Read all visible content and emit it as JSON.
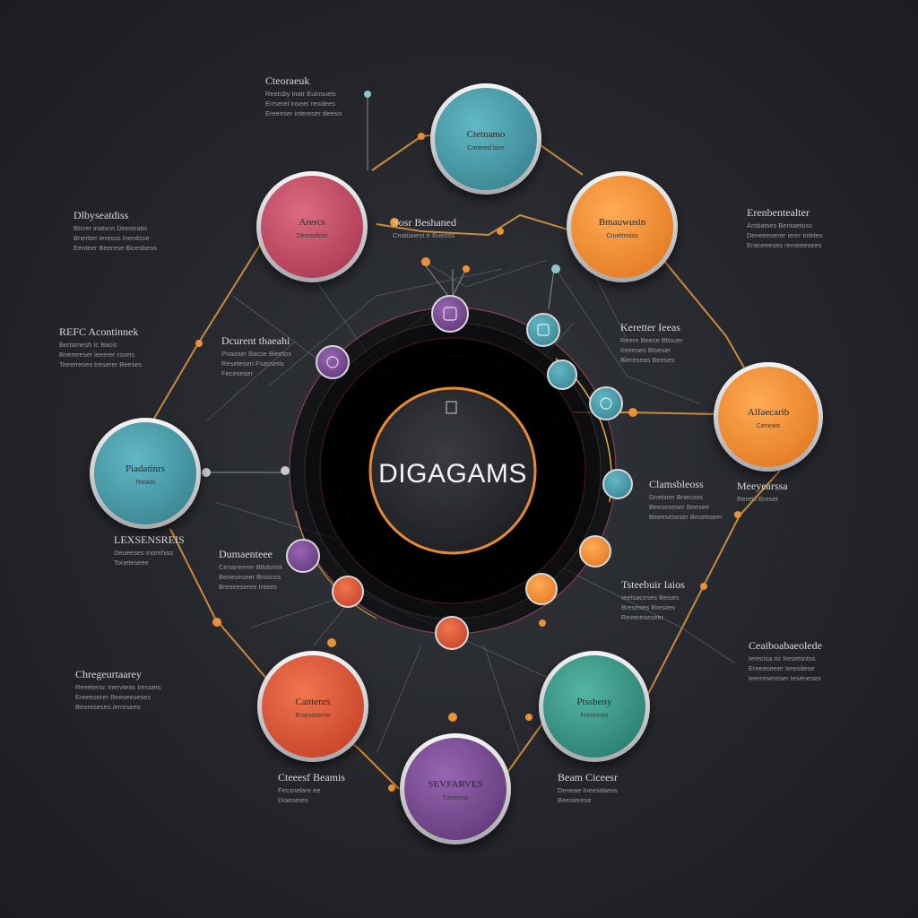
{
  "center": {
    "title": "DIGAGAMS"
  },
  "colors": {
    "background": "#24262b",
    "teal": "#4a9fae",
    "pink": "#c9506a",
    "orange": "#f0923a",
    "coral": "#e0583e",
    "purple": "#7c4d96",
    "green_teal": "#3d9c8c",
    "ring_accent": "#e58a35"
  },
  "nodes": [
    {
      "id": "top",
      "title": "Ctetnamo",
      "sub": "Creteted laxe",
      "color": "#4a9fae"
    },
    {
      "id": "top-left",
      "title": "Arercs",
      "sub": "Demssilom",
      "color": "#c9506a"
    },
    {
      "id": "top-right",
      "title": "Bmauwusin",
      "sub": "Cruetmoiss",
      "color": "#f0923a"
    },
    {
      "id": "left",
      "title": "Piadatinrs",
      "sub": "Tetrads",
      "color": "#4a9fae"
    },
    {
      "id": "right",
      "title": "Alfaecarib",
      "sub": "Ceneats",
      "color": "#f0923a"
    },
    {
      "id": "bottom-left",
      "title": "Cantenrs",
      "sub": "Ersesoneme",
      "color": "#e0583e"
    },
    {
      "id": "bottom",
      "title": "SEVFARVES",
      "sub": "Treonoss",
      "color": "#7c4d96"
    },
    {
      "id": "bottom-right",
      "title": "Ptssbeny",
      "sub": "Fresinnes",
      "color": "#3d9c8c"
    }
  ],
  "labels": [
    {
      "id": "lbl-top-left-a",
      "title": "Cteoraeuk",
      "lines": [
        "Reetsby  inatr  Euinsueis",
        "Errserel inseer rendees",
        "Ereeeser intereser deesis"
      ]
    },
    {
      "id": "lbl-left-a",
      "title": "Dlbyseatdiss",
      "lines": [
        "Btcrer inatsnn  Deestratis",
        "Bnertter ieresss  Inenitsse",
        "Eenteer Beerese  Bicesbeos"
      ]
    },
    {
      "id": "lbl-center-top",
      "title": "Sosr Beshaned",
      "lines": [
        "Cnatiiaieot  tr  Bueoss"
      ]
    },
    {
      "id": "lbl-right-a",
      "title": "Erenbentealter",
      "lines": [
        "Ambatses  Bentaetoss",
        "Deneeeserer ierer intetes",
        "Eraneeeses remeeesees"
      ]
    },
    {
      "id": "lbl-left-b",
      "title": "REFC Acontinnek",
      "lines": [
        "Bertamesh  Ic Bacis",
        "Bnerereser ieeerer rsseis",
        "Teeerreses treserer Beeses"
      ]
    },
    {
      "id": "lbl-inner-left",
      "title": "Dcurent thaeahi",
      "lines": [
        "Pnaoser Bacse Bieetos",
        "Reseteseri Fsassetis",
        "Feceseser"
      ]
    },
    {
      "id": "lbl-inner-right",
      "title": "Keretter Ieeas",
      "lines": [
        "Reere Beece Bttsuer",
        "Ireeeses Btseser",
        "Blereseas  Beeses"
      ]
    },
    {
      "id": "lbl-left-c",
      "title": "LEXSENSREIS",
      "lines": [
        "Deueeses  Inorehiss",
        "Toneteseee"
      ]
    },
    {
      "id": "lbl-mid-left",
      "title": "Dumaenteee",
      "lines": [
        "Cenaneerer Bttdsiriot",
        "Beneseseer  Brosnss",
        "Breseeseree Intees"
      ]
    },
    {
      "id": "lbl-mid-right-a",
      "title": "Clamsbleoss",
      "lines": [
        "Dnetsrer  Bnecoos",
        "Beeseseser  Beesee",
        "Beeeseseser  Beseeseer"
      ]
    },
    {
      "id": "lbl-mid-right-b",
      "title": "Meeyearssa",
      "lines": [
        "Rerets  Breset"
      ]
    },
    {
      "id": "lbl-lower-right",
      "title": "Tsteebuir Iaios",
      "lines": [
        "Ieetsaceses  Beises",
        "Breseses  Bresiies",
        "Reeereseseer"
      ]
    },
    {
      "id": "lbl-right-b",
      "title": "Ceaiboabaeolede",
      "lines": [
        "Ierecisa nc  Iresetsntss",
        "Ereeeseeer Ieresitese",
        "Ieerresereser Ieseneses"
      ]
    },
    {
      "id": "lbl-left-d",
      "title": "Chregeurtaarey",
      "lines": [
        "Reeetersc  Inervteas  Iressets",
        "Ereeeserer  Beeseeseses",
        "Beoreseses ierresees"
      ]
    },
    {
      "id": "lbl-bottom-left",
      "title": "Cteeesf  Beamis",
      "lines": [
        "Fecsnelare ee",
        "Diaeseres"
      ]
    },
    {
      "id": "lbl-bottom-right",
      "title": "Beam Ciceesr",
      "lines": [
        "Deneae  Ineesdaess",
        "Beesierese"
      ]
    }
  ]
}
